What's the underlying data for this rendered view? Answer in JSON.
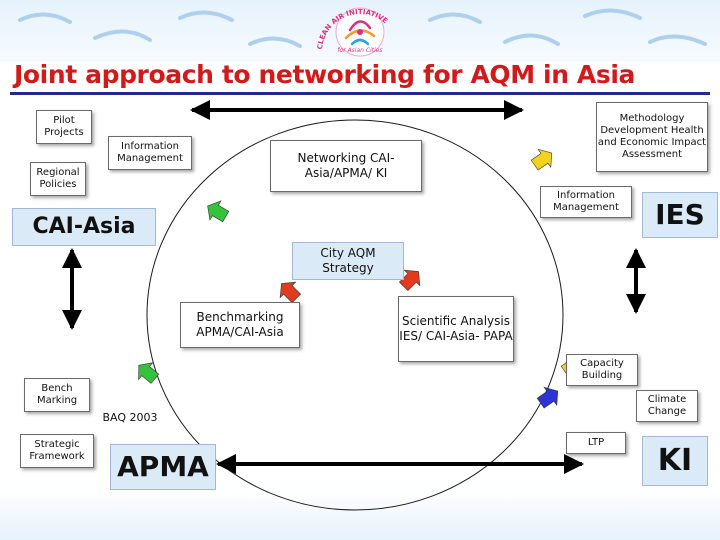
{
  "title": "Joint approach to networking for AQM in Asia",
  "logo": {
    "ring_text": "CLEAN AIR INITIATIVE",
    "sub_text": "for Asian Cities",
    "icon": "swirl-icon"
  },
  "left_column": {
    "pilot_projects": "Pilot Projects",
    "regional_policies": "Regional Policies",
    "information_management": "Information Management",
    "cai_asia": "CAI-Asia",
    "bench_marking": "Bench Marking",
    "strategic_framework": "Strategic Framework",
    "baq": "BAQ 2003",
    "apma": "APMA"
  },
  "center": {
    "networking": "Networking CAI-Asia/APMA/ KI",
    "city_aqm": "City AQM Strategy",
    "benchmarking": "Benchmarking APMA/CAI-Asia",
    "scientific": "Scientific Analysis IES/ CAI-Asia- PAPA"
  },
  "right_column": {
    "methodology": "Methodology Development Health and Economic Impact Assessment",
    "information_management": "Information Management",
    "ies": "IES",
    "capacity_building": "Capacity Building",
    "climate_change": "Climate Change",
    "ltp": "LTP",
    "ki": "KI"
  },
  "colors": {
    "title": "#d11a1a",
    "rule": "#1f2a8a",
    "box_fill": "#dbeaf7",
    "red_arrow": "#e23a1c",
    "green_arrow": "#34c23a",
    "yellow_arrow": "#f2d21a",
    "blue_arrow": "#2d34d6",
    "logo_ring": "#e02b82"
  }
}
